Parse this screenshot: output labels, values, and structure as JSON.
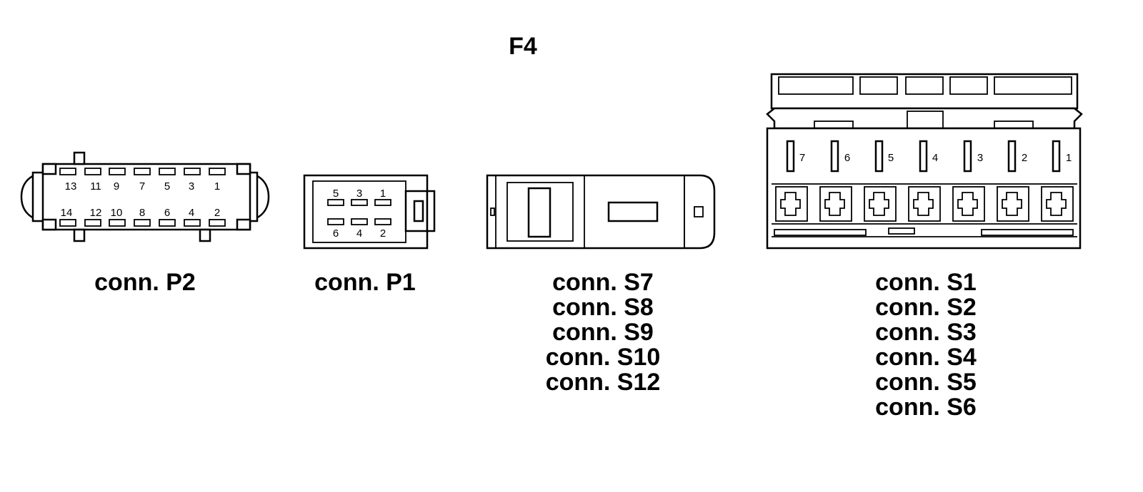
{
  "title": "F4",
  "connectors": {
    "p2": {
      "caption": "conn. P2",
      "top_pins": [
        "13",
        "11",
        "9",
        "7",
        "5",
        "3",
        "1"
      ],
      "bottom_pins": [
        "14",
        "12",
        "10",
        "8",
        "6",
        "4",
        "2"
      ]
    },
    "p1": {
      "caption": "conn. P1",
      "top_pins": [
        "5",
        "3",
        "1"
      ],
      "bottom_pins": [
        "6",
        "4",
        "2"
      ]
    },
    "s_small": {
      "captions": [
        "conn. S7",
        "conn. S8",
        "conn. S9",
        "conn. S10",
        "conn. S12"
      ]
    },
    "s_large": {
      "pins": [
        "7",
        "6",
        "5",
        "4",
        "3",
        "2",
        "1"
      ],
      "captions": [
        "conn. S1",
        "conn. S2",
        "conn. S3",
        "conn. S4",
        "conn. S5",
        "conn. S6"
      ]
    }
  }
}
